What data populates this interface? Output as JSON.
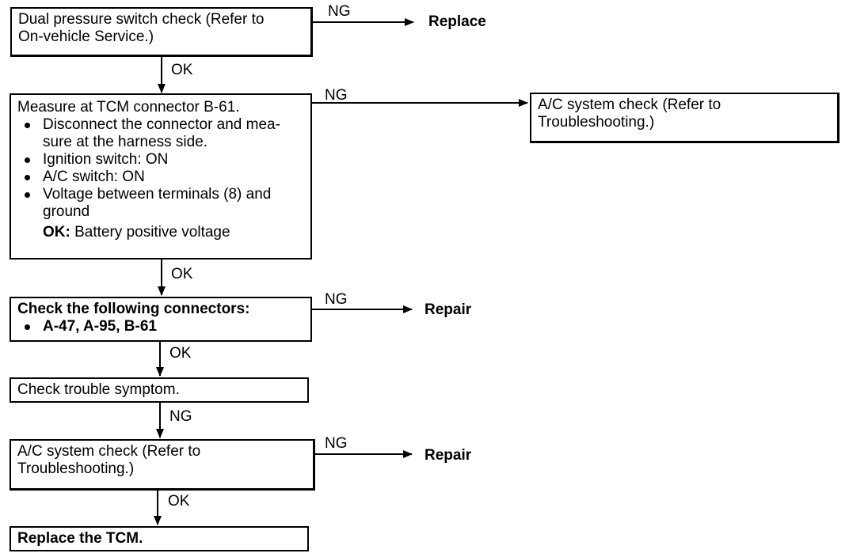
{
  "boxes": {
    "dual_pressure": {
      "lines": [
        "Dual pressure switch check (Refer to",
        "On-vehicle Service.)"
      ]
    },
    "measure_tcm": {
      "title": "Measure at TCM connector B-61.",
      "bullets": [
        [
          "Disconnect the connector and mea-",
          "sure at the harness side."
        ],
        [
          "Ignition switch: ON"
        ],
        [
          "A/C switch: ON"
        ],
        [
          "Voltage between terminals (8) and",
          "ground"
        ]
      ],
      "ok_label": "OK:",
      "ok_value": "Battery positive voltage"
    },
    "ac_check_right": {
      "lines": [
        "A/C system check (Refer to",
        "Troubleshooting.)"
      ]
    },
    "check_connectors": {
      "title": "Check the following connectors:",
      "bullets": [
        "A-47, A-95, B-61"
      ]
    },
    "trouble_symptom": {
      "text": "Check trouble symptom."
    },
    "ac_check_bottom": {
      "lines": [
        "A/C system check (Refer to",
        "Troubleshooting.)"
      ]
    },
    "replace_tcm": {
      "text": "Replace the TCM."
    }
  },
  "arrow_labels": {
    "ng1": "NG",
    "ok1": "OK",
    "ng2": "NG",
    "ok2": "OK",
    "ng3": "NG",
    "ok3": "OK",
    "ng4": "NG",
    "ng5": "NG",
    "ok5": "OK"
  },
  "results": {
    "replace": "Replace",
    "repair1": "Repair",
    "repair2": "Repair"
  }
}
